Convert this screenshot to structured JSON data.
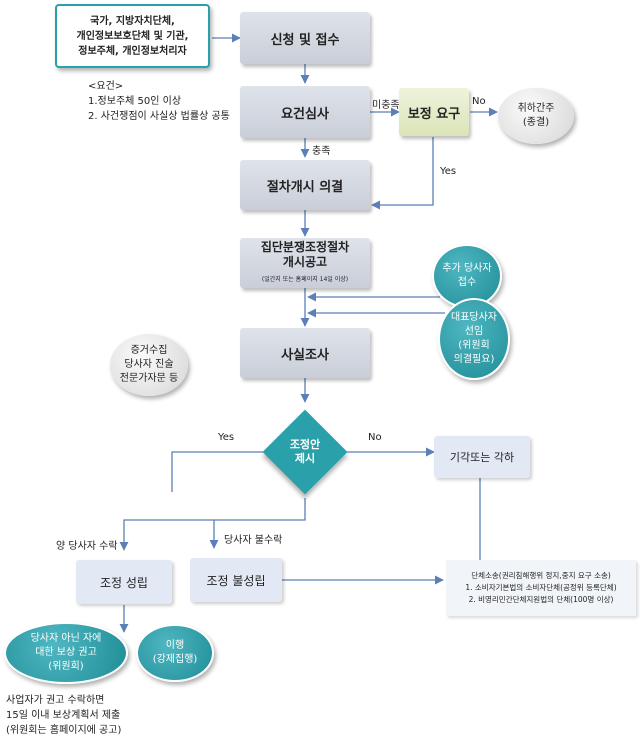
{
  "nodes": {
    "applicants": [
      "국가, 지방자치단체,",
      "개인정보보호단체 및 기관,",
      "정보주체, 개인정보처리자"
    ],
    "apply": "신청 및 접수",
    "requirements_title": "<요건>",
    "requirements": [
      "1.정보주체 50인 이상",
      "2. 사건쟁점이 사실상 법률상 공통"
    ],
    "review": "요건심사",
    "supplement": "보정 요구",
    "withdraw": [
      "취하간주",
      "(종결)"
    ],
    "commence": "절차개시 의결",
    "notice": [
      "집단분쟁조정절차",
      "개시공고"
    ],
    "notice_note": "(일간지 또는 홈페이지 14일 이상)",
    "add_party": [
      "추가 당사자",
      "접수"
    ],
    "rep_party": [
      "대표당사자",
      "선임",
      "(위원회",
      "의결필요)"
    ],
    "evidence": [
      "증거수집",
      "당사자 진술",
      "전문가자문 등"
    ],
    "factfinding": "사실조사",
    "decision": [
      "조정안",
      "제시"
    ],
    "reject": "기각또는 각하",
    "success": "조정 성립",
    "failure": "조정 불성립",
    "lawsuit": [
      "단체소송(권리침해행위 정지,중지 요구 소송)",
      "1. 소비자기본법의 소비자단체(공정위 등록단체)",
      "2. 비영리민간단체지원법의 단체(100명 이상)"
    ],
    "compensation": [
      "당사자 아닌 자에",
      "대한 보상 권고",
      "(위원회)"
    ],
    "enforce": [
      "이행",
      "(강제집행)"
    ],
    "plan_note": [
      "사업자가 권고 수락하면",
      "15일 이내 보상계획서 제출",
      "(위원회는 홈페이지에 공고)"
    ]
  },
  "labels": {
    "insufficient": "미충족",
    "no1": "No",
    "sufficient": "충족",
    "yes1": "Yes",
    "yes2": "Yes",
    "no2": "No",
    "both_accept": "양 당사자 수락",
    "party_reject": "당사자  불수락"
  },
  "colors": {
    "teal": "#2aa0aa",
    "arrow": "#5b7fb8",
    "gray_box": "#d3d8e0"
  }
}
